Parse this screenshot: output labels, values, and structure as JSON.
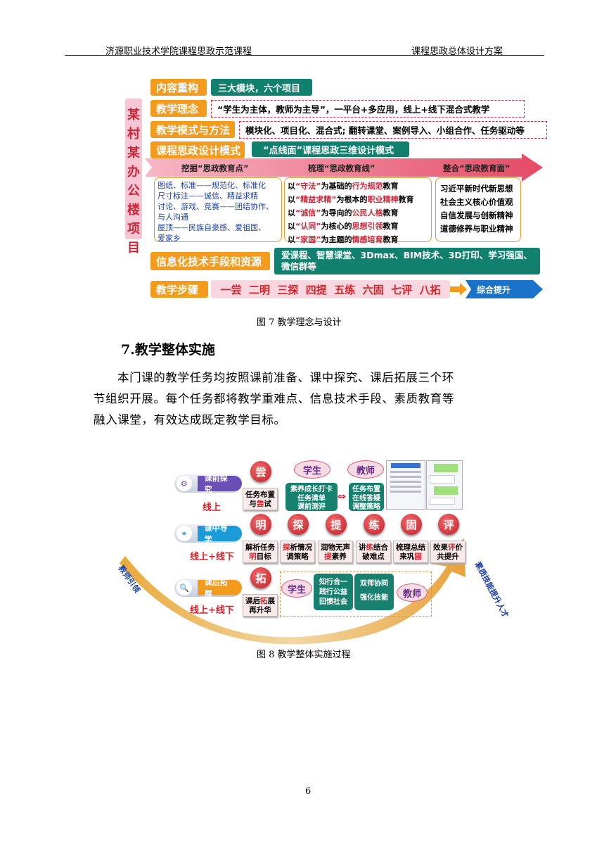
{
  "header": {
    "left": "济源职业技术学院课程思政示范课程",
    "right": "课程思政总体设计方案"
  },
  "fig7": {
    "side_label": "某村某办公楼项目",
    "rows": [
      {
        "label": "内容重构",
        "content": "三大模块，六个项目"
      },
      {
        "label": "教学理念",
        "content": "“学生为主体，教师为主导”，一平台+多应用，线上+线下混合式教学"
      },
      {
        "label": "教学模式与方法",
        "content": "模块化、项目化、混合式; 翻转课堂、案例导入、小组合作、任务驱动等"
      },
      {
        "label": "课程思政设计模式",
        "content": "“点线面”课程思政三维设计模式"
      }
    ],
    "arrow": {
      "dig": "挖掘“思政教育点”",
      "comb": "梳理“思政教育线”",
      "integrate": "整合“思政教育面”"
    },
    "left_box": [
      "图纸、标准——规范化、标准化",
      "尺寸标注——诚信、精益求精",
      "讨论、游戏、竞赛——团结协作、",
      "与人沟通",
      "屋顶——民族自豪感、爱祖国、",
      "爱家乡"
    ],
    "mid_box": [
      {
        "a": "以",
        "b": "“守法”",
        "c": "为基础的",
        "d": "行为规范",
        "e": "教育"
      },
      {
        "a": "以",
        "b": "“精益求精”",
        "c": "为根本的",
        "d": "职业精神",
        "e": "教育"
      },
      {
        "a": "以",
        "b": "“诚信”",
        "c": "为导向的",
        "d": "公民人格",
        "e": "教育"
      },
      {
        "a": "以",
        "b": "“认同”",
        "c": "为核心的",
        "d": "思想引领",
        "e": "教育"
      },
      {
        "a": "以",
        "b": "“家国”",
        "c": "为主题的",
        "d": "情感培育",
        "e": "教育"
      }
    ],
    "right_box": [
      "习近平新时代新思想",
      "社会主义核心价值观",
      "自信发展与创新精神",
      "道德修养与职业精神"
    ],
    "info_label": "信息化技术手段和资源",
    "info_content_1": "爱课程、智慧课堂、3Dmax、BIM技术、3D打印、学习强国、",
    "info_content_2": "微信群等",
    "steps_label": "教学步骤",
    "steps": "一尝  二明  三探  四提  五练  六固  七评  八拓",
    "final": "综合提升",
    "caption": "图 7  教学理念与设计"
  },
  "section": {
    "heading": "7.教学整体实施",
    "para_lines": [
      "本门课的教学任务均按照课前准备、课中探究、课后拓展三个环",
      "节组织开展。每个任务都将教学重难点、信息技术手段、素质教育等",
      "融入课堂，有效达成既定教学目标。"
    ]
  },
  "fig8": {
    "pre": {
      "pill": "课前探究",
      "mode": "线上",
      "char": "尝",
      "card": [
        "任务布置",
        "与尝试"
      ],
      "student": "学生",
      "teacher": "教师",
      "stu_box": [
        "素养成长打卡",
        "任务清单",
        "课前测评"
      ],
      "tea_box": [
        "任务布置",
        "在线答疑",
        "调整策略"
      ]
    },
    "mid": {
      "pill": "课中导学",
      "mode": "线上+线下",
      "chars": [
        "明",
        "探",
        "提",
        "练",
        "固",
        "评"
      ],
      "cards": [
        [
          "解析任务",
          "明目标"
        ],
        [
          "探析情况",
          "调策略"
        ],
        [
          "润物无声",
          "提素养"
        ],
        [
          "讲练结合",
          "破难点"
        ],
        [
          "梳理总结",
          "来巩固"
        ],
        [
          "效果评价",
          "共提升"
        ]
      ]
    },
    "post": {
      "pill": "课后拓展",
      "mode": "线上+线下",
      "char": "拓",
      "card": [
        "课后拓展",
        "再升华"
      ],
      "student": "学生",
      "teacher": "教师",
      "stu_box": [
        "知行合一",
        "践行公益",
        "回馈社会"
      ],
      "tea_box": [
        "双师协同",
        "强化技能"
      ]
    },
    "left_arc": "教师引领",
    "right_arc": "素质技能提升人才",
    "caption": "图 8  教学整体实施过程"
  },
  "page_number": "6",
  "colors": {
    "orange": "#f39b1c",
    "teal": "#12806f",
    "red": "#c8283a",
    "purple": "#6a4fb7"
  }
}
